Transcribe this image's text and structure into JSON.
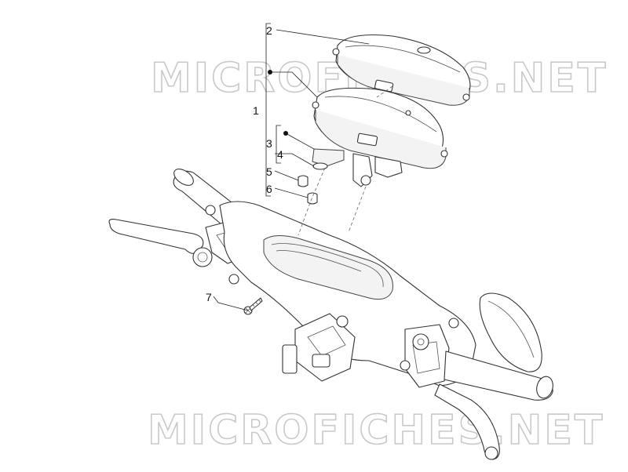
{
  "callouts": {
    "c1": "1",
    "c2": "2",
    "c3": "3",
    "c4": "4",
    "c5": "5",
    "c6": "6",
    "c7": "7"
  },
  "watermark": {
    "top": "MICROFICHES.NET",
    "bottom": "MICROFICHES.NET"
  },
  "colors": {
    "line": "#333333",
    "watermark": "#c9c9c9",
    "background": "#ffffff"
  }
}
